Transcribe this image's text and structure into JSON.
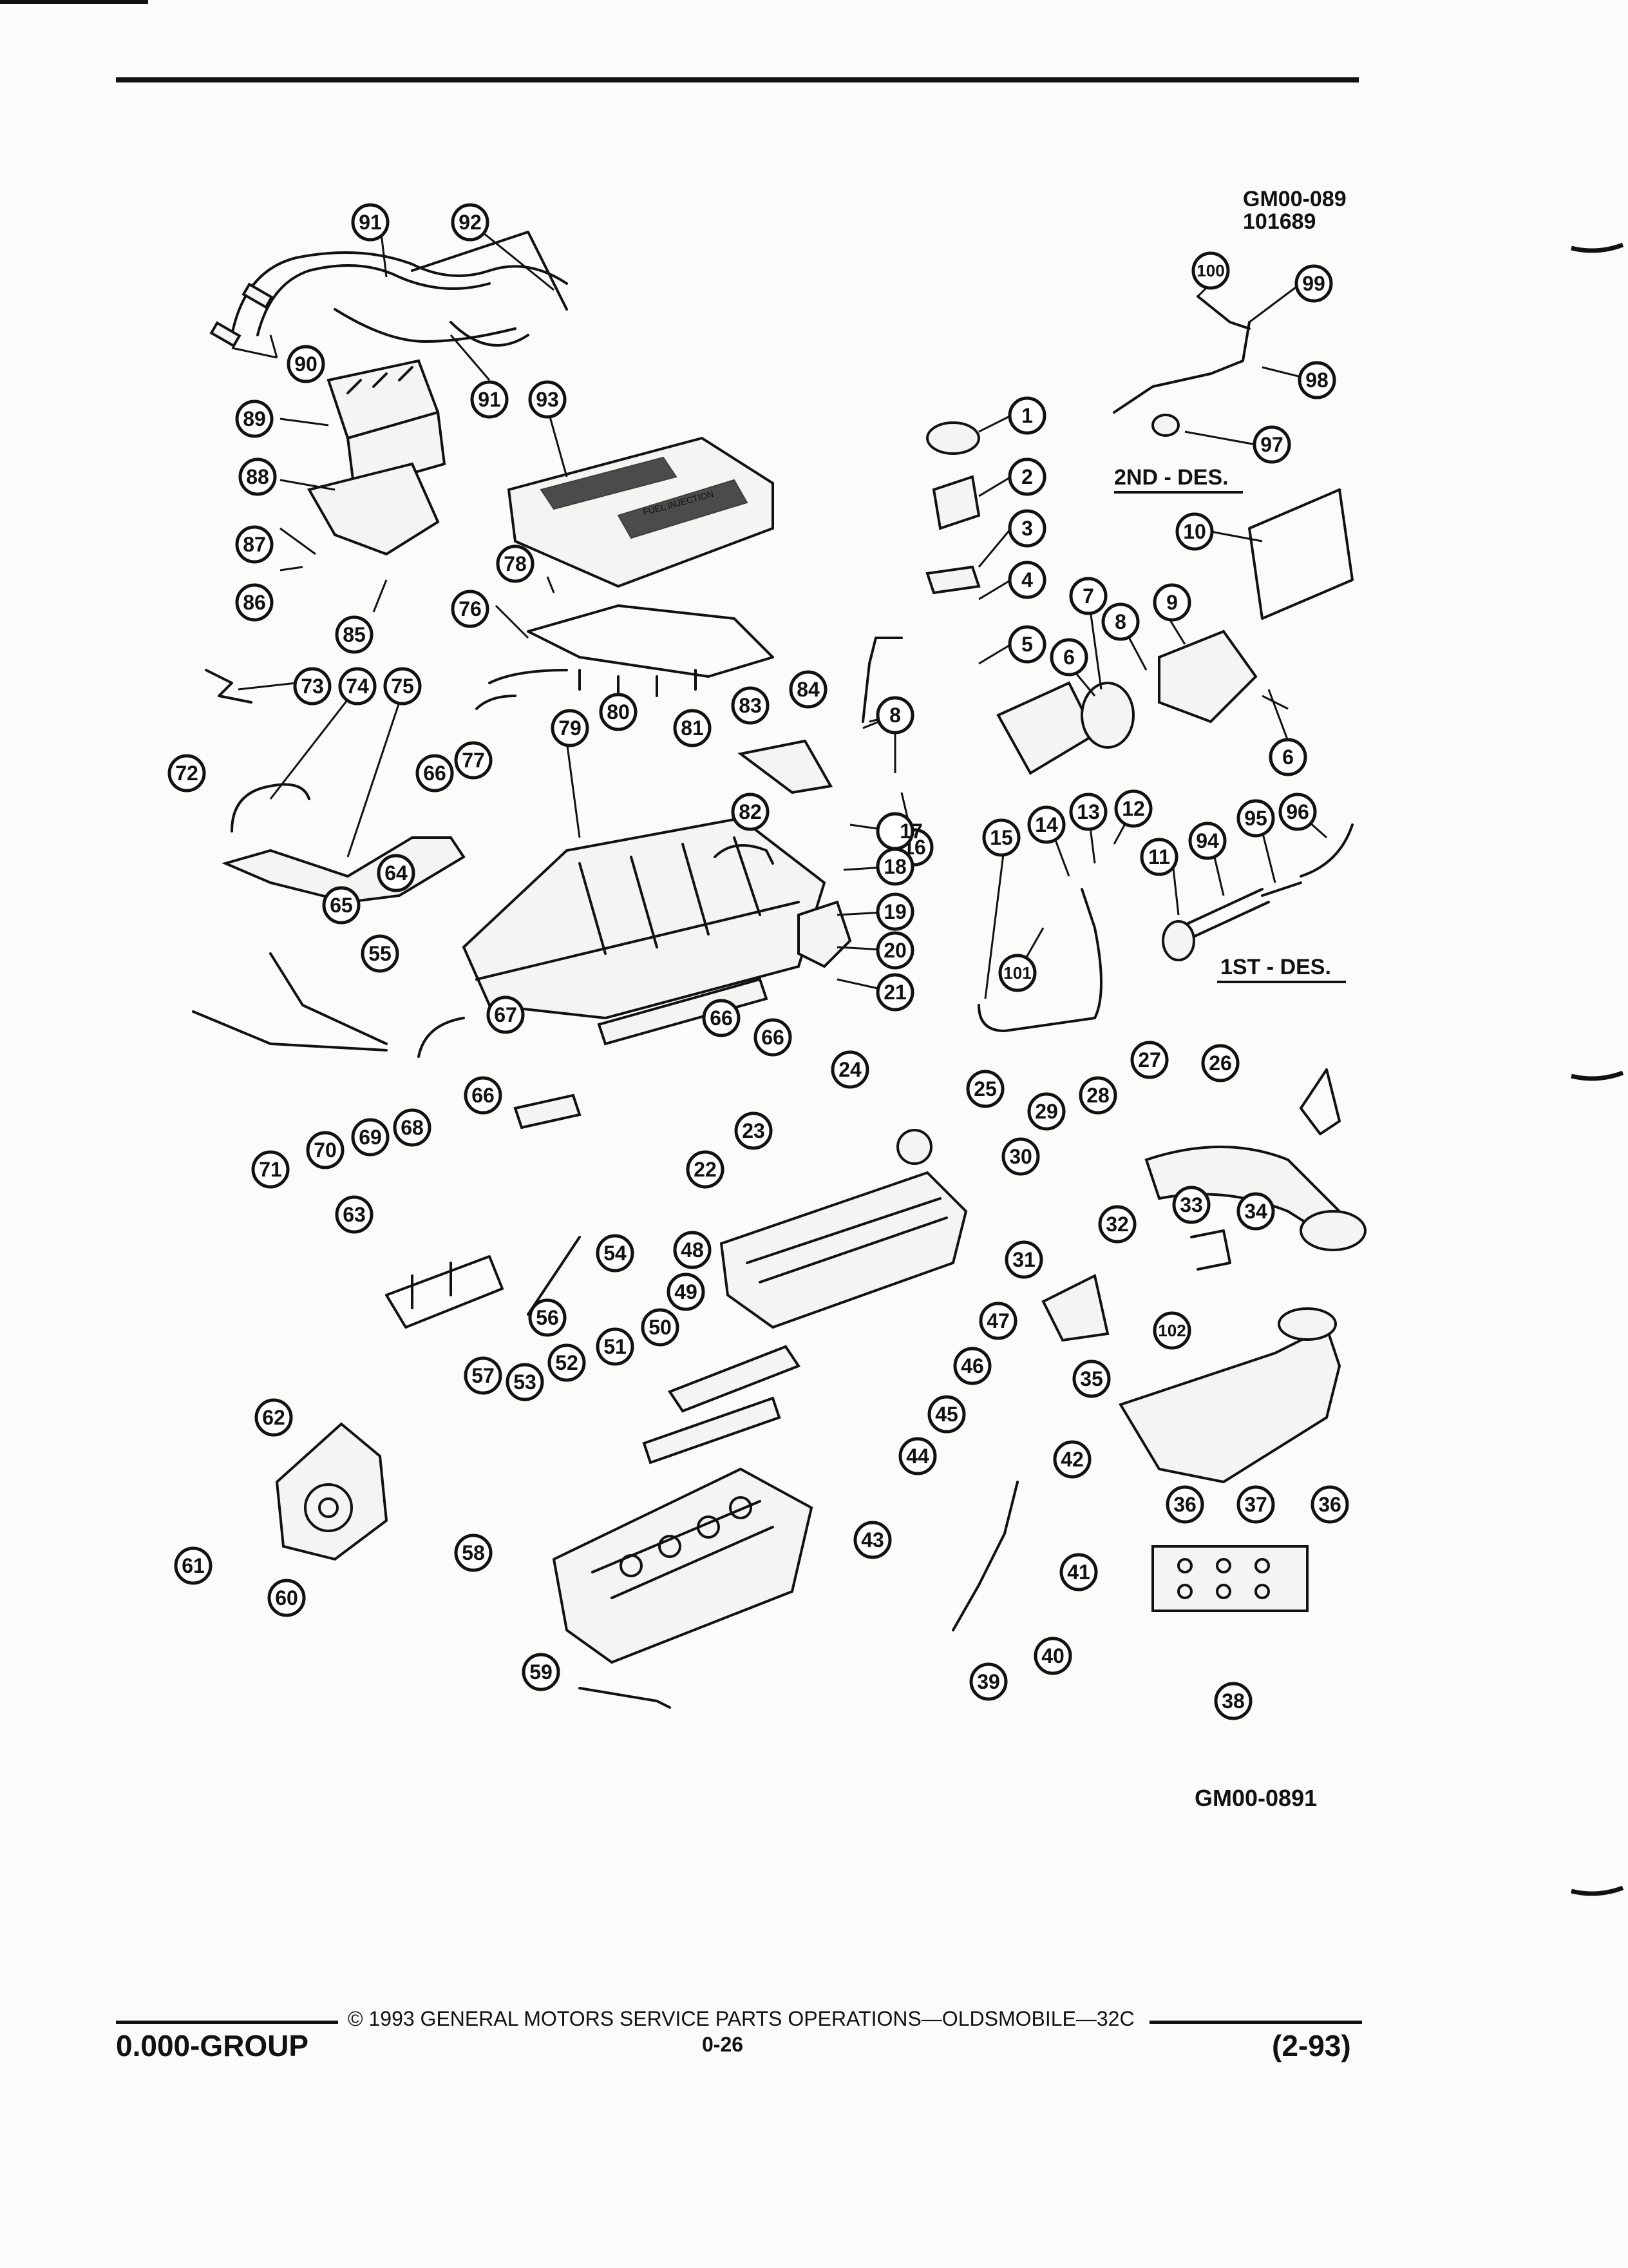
{
  "drawing_code_top": "GM00-089",
  "drawing_date_code": "101689",
  "drawing_code_bottom": "GM00-0891",
  "design_label_2nd": "2ND - DES.",
  "design_label_1st": "1ST - DES.",
  "cover_text": "FUEL INJECTION",
  "footer": {
    "copyright": "© 1993 GENERAL MOTORS SERVICE PARTS OPERATIONS—OLDSMOBILE—32C",
    "group": "0.000-GROUP",
    "page_number": "0-26",
    "revision": "(2-93)"
  },
  "callout_numbers": [
    "1",
    "2",
    "3",
    "4",
    "5",
    "6",
    "6",
    "7",
    "8",
    "8",
    "9",
    "10",
    "11",
    "12",
    "13",
    "14",
    "15",
    "16",
    "17",
    "18",
    "19",
    "20",
    "21",
    "22",
    "23",
    "24",
    "25",
    "26",
    "27",
    "28",
    "29",
    "30",
    "31",
    "32",
    "33",
    "34",
    "35",
    "36",
    "36",
    "37",
    "38",
    "39",
    "40",
    "41",
    "42",
    "43",
    "44",
    "45",
    "46",
    "47",
    "48",
    "49",
    "50",
    "51",
    "52",
    "53",
    "54",
    "55",
    "56",
    "57",
    "58",
    "59",
    "60",
    "61",
    "62",
    "63",
    "64",
    "65",
    "66",
    "66",
    "66",
    "66",
    "67",
    "68",
    "69",
    "70",
    "71",
    "72",
    "73",
    "74",
    "75",
    "76",
    "77",
    "78",
    "79",
    "80",
    "81",
    "82",
    "83",
    "84",
    "85",
    "86",
    "87",
    "88",
    "89",
    "90",
    "90",
    "91",
    "91",
    "92",
    "93",
    "94",
    "95",
    "96",
    "97",
    "98",
    "99",
    "100",
    "101",
    "102"
  ]
}
